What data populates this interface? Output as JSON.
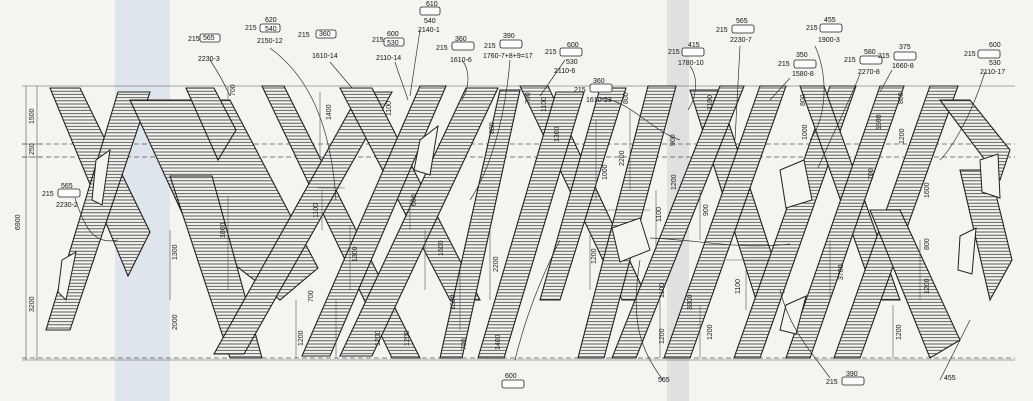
{
  "diagram": {
    "colors": {
      "paper": "#f4f4f1",
      "ink": "#222222",
      "scan_blue": "#cdd9e8",
      "scan_grey": "#b9b9b9"
    },
    "overall_dimension_left": "6900",
    "left_dimensions": [
      "1500",
      "250",
      "3200"
    ],
    "panel_tags": [
      {
        "id": "t1",
        "lines": [
          "215",
          "565",
          "2230-3"
        ]
      },
      {
        "id": "t2",
        "lines": [
          "215",
          "620",
          "540",
          "2150-12"
        ]
      },
      {
        "id": "t3",
        "lines": [
          "215",
          "360",
          "1610-14"
        ]
      },
      {
        "id": "t4",
        "lines": [
          "215",
          "600",
          "530",
          "2110-14"
        ]
      },
      {
        "id": "t5",
        "lines": [
          "610",
          "540",
          "2140-1"
        ]
      },
      {
        "id": "t6",
        "lines": [
          "215",
          "360",
          "1610-6"
        ]
      },
      {
        "id": "t7",
        "lines": [
          "215",
          "390",
          "1760-7+8+9=17"
        ]
      },
      {
        "id": "t8",
        "lines": [
          "215",
          "600",
          "530",
          "2110-6"
        ]
      },
      {
        "id": "t9",
        "lines": [
          "215",
          "360",
          "1610-23"
        ]
      },
      {
        "id": "t10",
        "lines": [
          "215",
          "415",
          "1780-10"
        ]
      },
      {
        "id": "t11",
        "lines": [
          "215",
          "565",
          "2230-7"
        ]
      },
      {
        "id": "t12",
        "lines": [
          "215",
          "455",
          "1900-3"
        ]
      },
      {
        "id": "t13",
        "lines": [
          "215",
          "350",
          "1580-8"
        ]
      },
      {
        "id": "t14",
        "lines": [
          "215",
          "580",
          "2270-8"
        ]
      },
      {
        "id": "t15",
        "lines": [
          "215",
          "375",
          "1660-8"
        ]
      },
      {
        "id": "t16",
        "lines": [
          "215",
          "600",
          "530",
          "2110-17"
        ]
      },
      {
        "id": "t17",
        "lines": [
          "215",
          "565",
          "2230-2"
        ]
      },
      {
        "id": "t18",
        "lines": [
          "600"
        ]
      },
      {
        "id": "t19",
        "lines": [
          "565"
        ]
      },
      {
        "id": "t20",
        "lines": [
          "215",
          "390"
        ]
      },
      {
        "id": "t21",
        "lines": [
          "455"
        ]
      }
    ],
    "inner_dimensions": [
      "700",
      "1400",
      "1100",
      "1100",
      "800",
      "700",
      "1300",
      "1000",
      "2200",
      "800",
      "900",
      "1100",
      "800",
      "1000",
      "1900",
      "800",
      "1200",
      "700",
      "1100",
      "1800",
      "1300",
      "600",
      "1300",
      "1600",
      "2200",
      "1600",
      "1600",
      "1200",
      "1100",
      "1200",
      "900",
      "800",
      "3700",
      "1100",
      "1200",
      "700",
      "1400",
      "2000",
      "1200",
      "1200",
      "1200",
      "700",
      "1100",
      "3300",
      "1200",
      "1200",
      "1200"
    ]
  }
}
